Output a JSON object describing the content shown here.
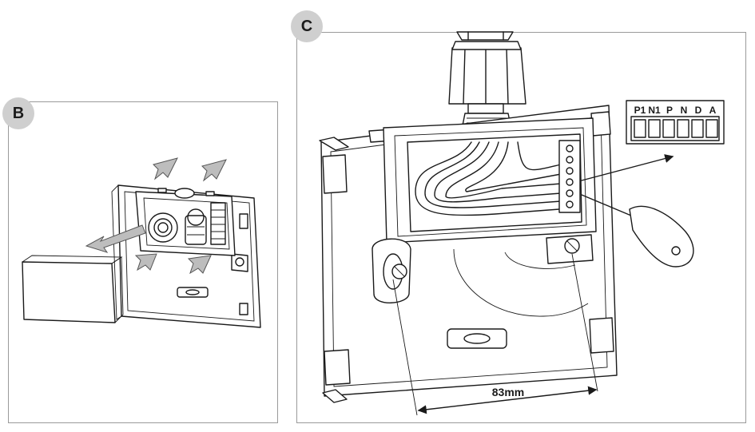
{
  "panels": {
    "b": {
      "label": "B"
    },
    "c": {
      "label": "C"
    }
  },
  "terminal_labels": [
    "P1",
    "N1",
    "P",
    "N",
    "D",
    "A"
  ],
  "dimension": "83mm",
  "colors": {
    "line": "#1a1a1a",
    "badge": "#cfcfcf",
    "arrow": "#a8a8a8",
    "border": "#9a9a9a"
  }
}
